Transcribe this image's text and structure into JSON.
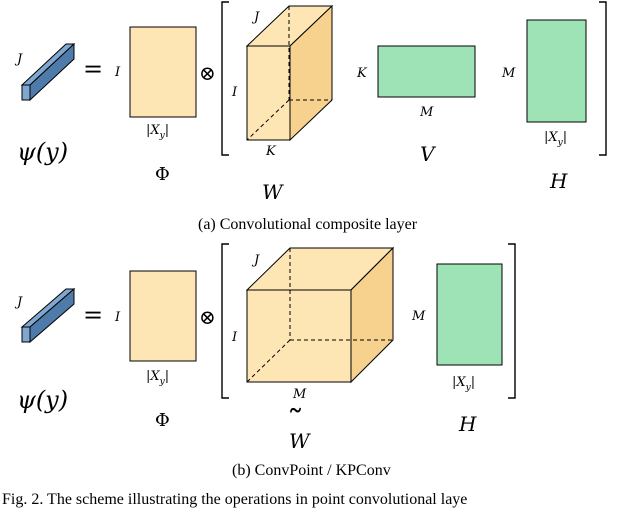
{
  "colors": {
    "tube": "#7fa7d0",
    "tube_dark": "#4f7bab",
    "block": "#fde5b4",
    "block_dark": "#f7d28f",
    "green": "#9ee3b5",
    "stroke": "#000000"
  },
  "top": {
    "tube_label": "J",
    "psi": "ψ(y)",
    "equals": "=",
    "phi": {
      "row_label": "I",
      "col_label": "|X",
      "col_sub": "y",
      "col_end": "|",
      "name": "Φ"
    },
    "otimes": "⊗",
    "W": {
      "j_label": "J",
      "i_label": "I",
      "k_label": "K",
      "name": "W"
    },
    "V": {
      "k_label": "K",
      "m_label": "M",
      "name": "V"
    },
    "H": {
      "m_label": "M",
      "col_label": "|X",
      "col_sub": "y",
      "col_end": "|",
      "name": "H"
    },
    "caption": "(a) Convolutional composite layer"
  },
  "bottom": {
    "tube_label": "J",
    "psi": "ψ(y)",
    "equals": "=",
    "phi": {
      "row_label": "I",
      "col_label": "|X",
      "col_sub": "y",
      "col_end": "|",
      "name": "Φ"
    },
    "otimes": "⊗",
    "W": {
      "j_label": "J",
      "i_label": "I",
      "m_label": "M",
      "name": "W",
      "accent": "˜"
    },
    "H": {
      "m_label": "M",
      "col_label": "|X",
      "col_sub": "y",
      "col_end": "|",
      "name": "H"
    },
    "caption": "(b) ConvPoint / KPConv"
  },
  "fig_caption": "Fig. 2.  The scheme illustrating the operations in point convolutional laye"
}
